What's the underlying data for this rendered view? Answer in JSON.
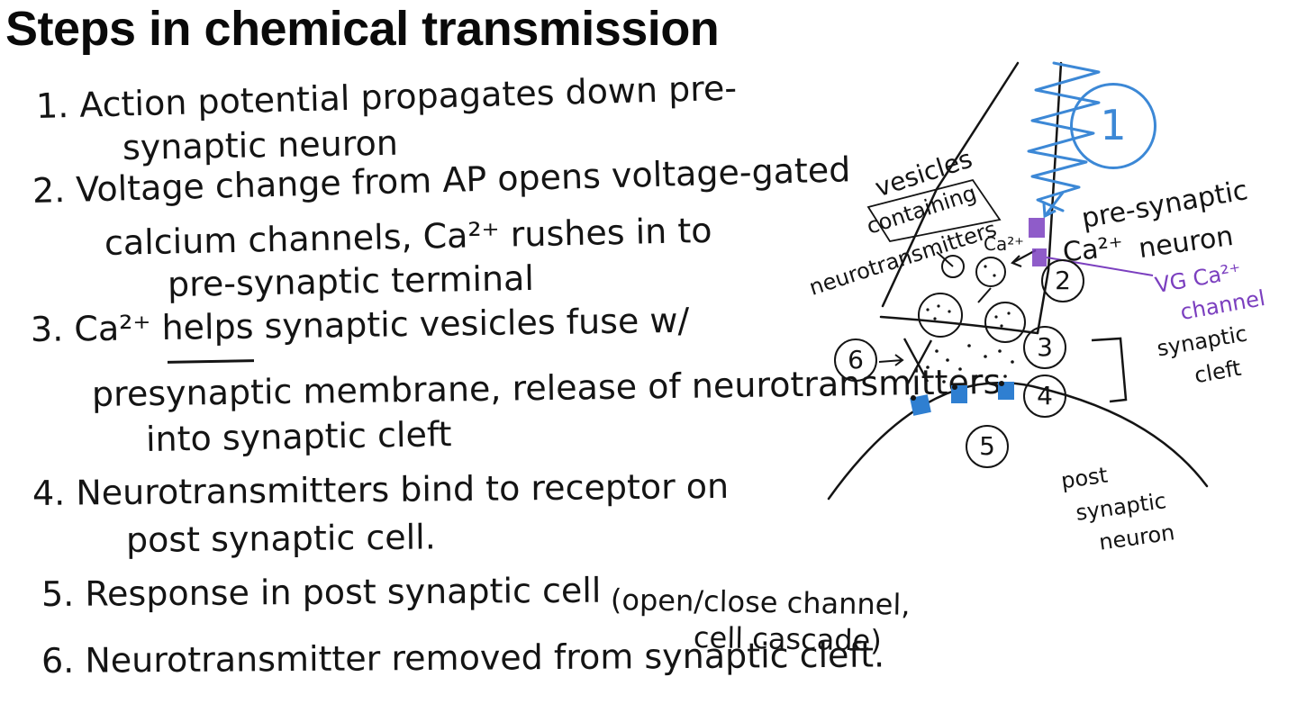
{
  "title": "Steps in chemical transmission",
  "steps": [
    {
      "number": "1.",
      "lines": [
        "Action potential propagates down pre-",
        "synaptic neuron"
      ]
    },
    {
      "number": "2.",
      "lines": [
        "Voltage change from AP opens voltage-gated",
        "calcium channels, Ca²⁺ rushes in to",
        "pre-synaptic terminal"
      ]
    },
    {
      "number": "3.",
      "lines": [
        "Ca²⁺ helps synaptic vesicles fuse w/",
        "presynaptic membrane, release of neurotransmitters",
        "into synaptic cleft"
      ]
    },
    {
      "number": "4.",
      "lines": [
        "Neurotransmitters bind to receptor on",
        "post synaptic cell."
      ]
    },
    {
      "number": "5.",
      "lines": [
        "Response in post synaptic cell",
        "(open/close channel,",
        "cell cascade)"
      ]
    },
    {
      "number": "6.",
      "lines": [
        "Neurotransmitter removed from synaptic cleft."
      ]
    }
  ],
  "diagram": {
    "labels": {
      "vesicles": [
        "vesicles",
        "containing",
        "neurotransmitters"
      ],
      "ca_small": "Ca²⁺",
      "ca_big": "Ca²⁺",
      "pre_synaptic": [
        "pre-synaptic",
        "neuron"
      ],
      "vg_channel": [
        "VG Ca²⁺",
        "channel"
      ],
      "synaptic_cleft": [
        "synaptic",
        "cleft"
      ],
      "post_synaptic": [
        "post",
        "synaptic",
        "neuron"
      ]
    },
    "markers": [
      "1",
      "2",
      "3",
      "4",
      "5",
      "6"
    ],
    "colors": {
      "ink": "#141414",
      "action_potential_blue": "#3c88d6",
      "channel_purple": "#7b3fbf",
      "receptor_blue": "#2f7fd1"
    }
  }
}
